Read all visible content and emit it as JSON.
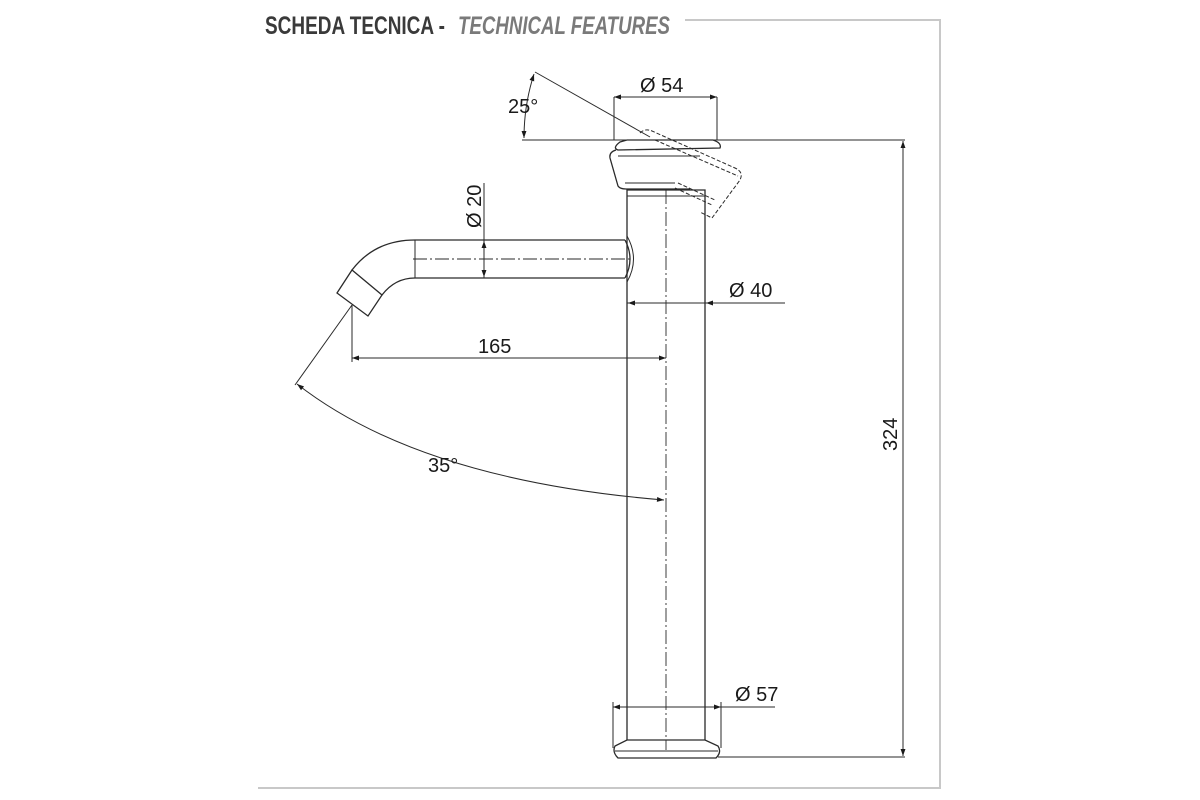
{
  "header": {
    "title_it": "SCHEDA TECNICA -",
    "title_en": "TECHNICAL FEATURES"
  },
  "dimensions": {
    "handle_angle": "25°",
    "handle_diameter": "Ø 54",
    "spout_diameter": "Ø 20",
    "body_diameter": "Ø 40",
    "spout_reach": "165",
    "spout_angle": "35°",
    "total_height": "324",
    "base_diameter": "Ø 57"
  },
  "colors": {
    "line": "#2a2a2a",
    "frame": "#c8c8c8",
    "title_dark": "#3a3a3a",
    "title_light": "#7a7a7a"
  }
}
